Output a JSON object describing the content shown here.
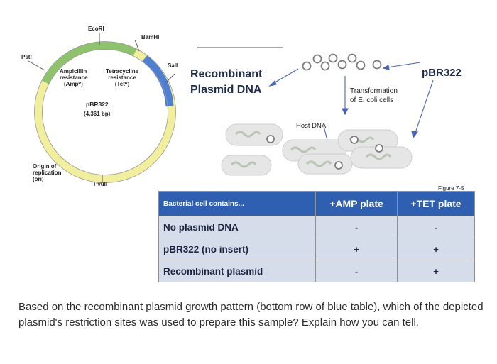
{
  "plasmid_map": {
    "sites": {
      "ecori": "EcoRI",
      "bamhi": "BamHI",
      "sali": "SalI",
      "psti": "PstI",
      "pvuii": "PvuII"
    },
    "amp_gene": [
      "Ampicillin",
      "resistance",
      "(Ampᴿ)"
    ],
    "tet_gene": [
      "Tetracycline",
      "resistance",
      "(Tetᴿ)"
    ],
    "name": "pBR322",
    "size": "(4,361 bp)",
    "origin": [
      "Origin of",
      "replication",
      "(ori)"
    ],
    "colors": {
      "amp_arc": "#8dc36a",
      "tet_arc": "#4f7fd1",
      "other_arc": "#f1ee9c"
    }
  },
  "process": {
    "recombinant_label": [
      "Recombinant",
      "Plasmid DNA"
    ],
    "pbr322_label": "pBR322",
    "transformation_label": [
      "Transformation",
      "of E. coli cells"
    ],
    "host_dna_label": "Host DNA",
    "figure_label": "Figure 7-5"
  },
  "table": {
    "headers": [
      "Bacterial cell contains...",
      "+AMP plate",
      "+TET plate"
    ],
    "rows": [
      {
        "label": "No plasmid DNA",
        "amp": "-",
        "tet": "-"
      },
      {
        "label": "pBR322 (no insert)",
        "amp": "+",
        "tet": "+"
      },
      {
        "label": "Recombinant plasmid",
        "amp": "-",
        "tet": "+"
      }
    ],
    "colors": {
      "header": "#2f5fb0",
      "row": "#d5dcea"
    }
  },
  "question": "Based on the recombinant plasmid growth pattern (bottom row of blue table), which of the depicted plasmid's restriction sites was used to prepare this sample? Explain how you can tell."
}
